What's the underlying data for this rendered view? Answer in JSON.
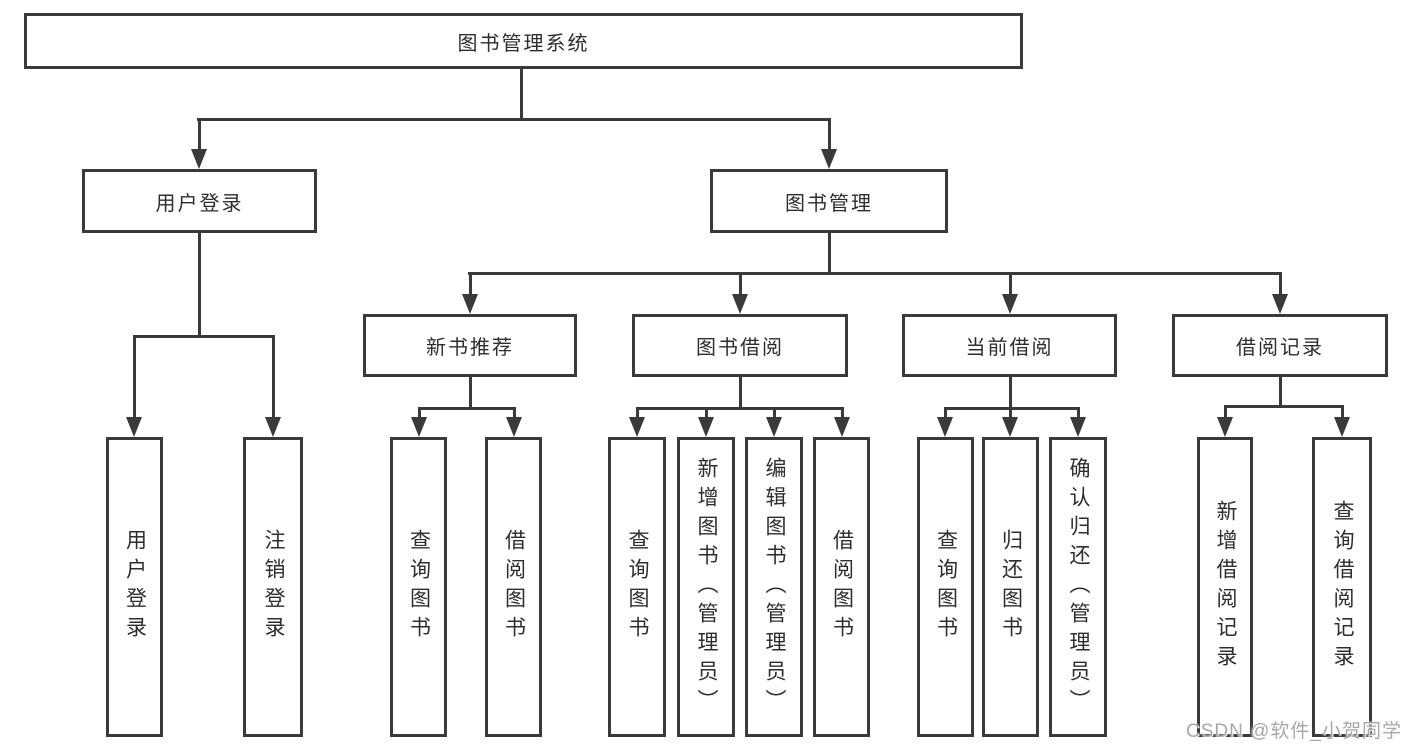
{
  "diagram": {
    "root": "图书管理系统",
    "level2": [
      "用户登录",
      "图书管理"
    ],
    "level3": [
      "新书推荐",
      "图书借阅",
      "当前借阅",
      "借阅记录"
    ],
    "leaves_login": [
      "用户登录",
      "注销登录"
    ],
    "leaves_recommend": [
      "查询图书",
      "借阅图书"
    ],
    "leaves_borrow": [
      "查询图书",
      "新增图书（管理员）",
      "编辑图书（管理员）",
      "借阅图书"
    ],
    "leaves_current": [
      "查询图书",
      "归还图书",
      "确认归还（管理员）"
    ],
    "leaves_records": [
      "新增借阅记录",
      "查询借阅记录"
    ]
  },
  "watermark": "CSDN @软件_小贺同学",
  "colors": {
    "line": "#3a3a3a",
    "text": "#2e2e2e",
    "watermark": "#a8a8a8",
    "background": "#ffffff"
  }
}
